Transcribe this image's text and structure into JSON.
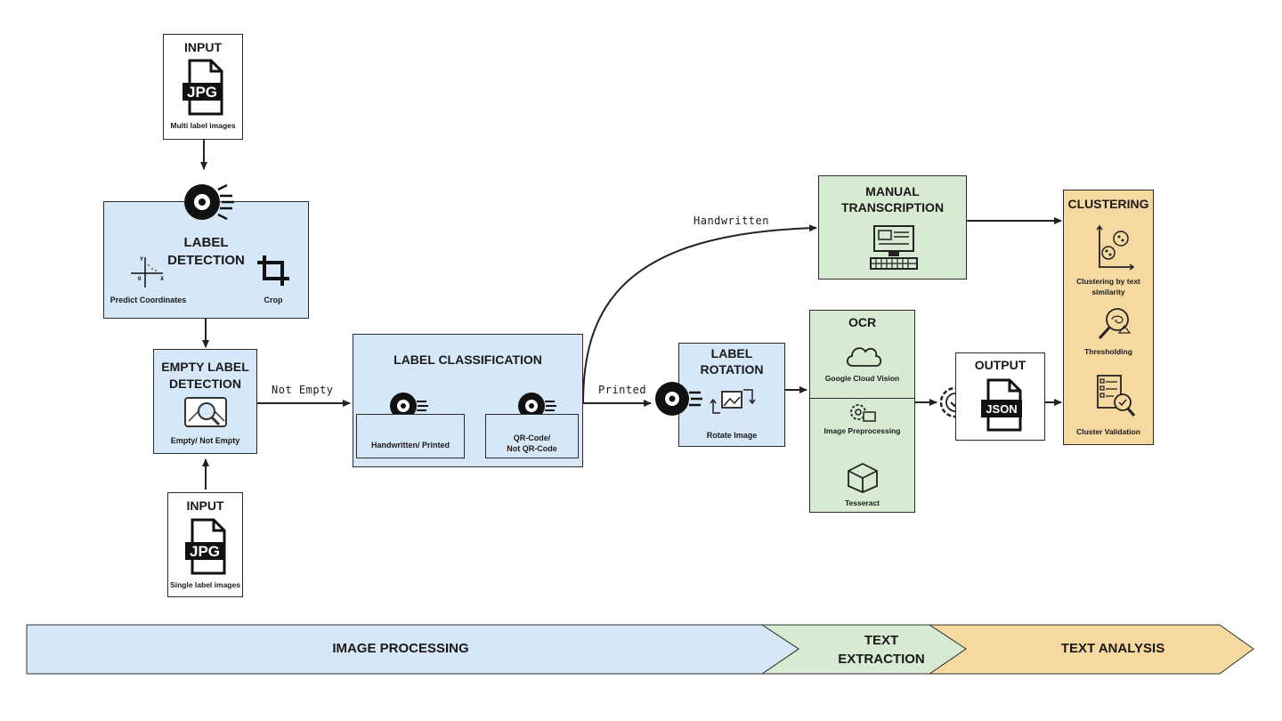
{
  "input_top": {
    "title": "INPUT",
    "badge": "JPG",
    "caption": "Multi label images"
  },
  "input_bottom": {
    "title": "INPUT",
    "badge": "JPG",
    "caption": "Single label images"
  },
  "label_detection": {
    "title_line1": "LABEL",
    "title_line2": "DETECTION",
    "left_caption": "Predict Coordinates",
    "right_caption": "Crop",
    "axis_y": "Y",
    "axis_x": "X",
    "axis_origin": "0"
  },
  "empty_detection": {
    "title_line1": "EMPTY LABEL",
    "title_line2": "DETECTION",
    "caption": "Empty/ Not Empty"
  },
  "label_classification": {
    "title": "LABEL CLASSIFICATION",
    "sub1": "Handwritten/ Printed",
    "sub2_line1": "QR-Code/",
    "sub2_line2": "Not QR-Code"
  },
  "label_rotation": {
    "title_line1": "LABEL",
    "title_line2": "ROTATION",
    "caption": "Rotate Image"
  },
  "manual_transcription": {
    "title_line1": "MANUAL",
    "title_line2": "TRANSCRIPTION"
  },
  "ocr": {
    "title": "OCR",
    "cloud_caption": "Google Cloud Vision",
    "pre_caption": "Image Preprocessing",
    "tess_caption": "Tesseract"
  },
  "output": {
    "title": "OUTPUT",
    "badge": "JSON"
  },
  "clustering": {
    "title": "CLUSTERING",
    "item1_line1": "Clustering by text",
    "item1_line2": "similarity",
    "item2": "Thresholding",
    "item3": "Cluster Validation"
  },
  "edges": {
    "not_empty": "Not Empty",
    "printed": "Printed",
    "handwritten": "Handwritten"
  },
  "bands": {
    "image_processing": "IMAGE PROCESSING",
    "text_extraction_line1": "TEXT",
    "text_extraction_line2": "EXTRACTION",
    "text_analysis": "TEXT ANALYSIS"
  },
  "colors": {
    "blue": "#d6e8f7",
    "green": "#d7ead2",
    "orange": "#f6d9a0"
  }
}
